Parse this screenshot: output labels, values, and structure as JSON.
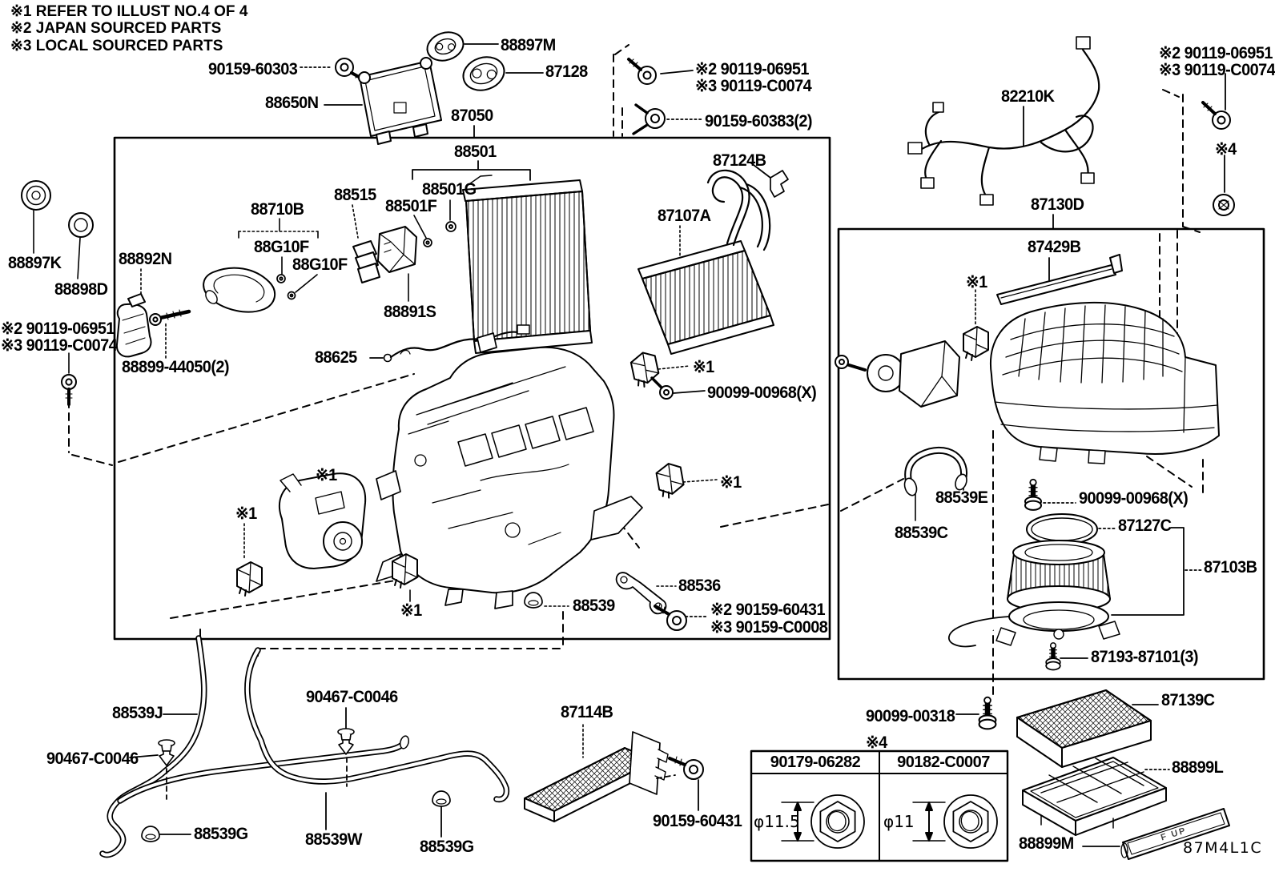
{
  "notes": [
    "※1 REFER TO ILLUST NO.4 OF 4",
    "※2 JAPAN SOURCED PARTS",
    "※3 LOCAL SOURCED PARTS"
  ],
  "diagram_code": "87M4L1C",
  "lid_marking": "F UP",
  "colors": {
    "line": "#000000",
    "background": "#ffffff"
  },
  "table": {
    "note": "※4",
    "columns": [
      {
        "part_no": "90179-06282",
        "diameter": "φ11.5"
      },
      {
        "part_no": "90182-C0007",
        "diameter": "φ11"
      }
    ]
  },
  "labels": [
    {
      "id": "90159-60303",
      "text": "90159-60303"
    },
    {
      "id": "88897M",
      "text": "88897M"
    },
    {
      "id": "87128",
      "text": "87128"
    },
    {
      "id": "88650N",
      "text": "88650N"
    },
    {
      "id": "87050",
      "text": "87050"
    },
    {
      "id": "88501",
      "text": "88501"
    },
    {
      "id": "88501G",
      "text": "88501G"
    },
    {
      "id": "88515",
      "text": "88515"
    },
    {
      "id": "88501F",
      "text": "88501F"
    },
    {
      "id": "88710B",
      "text": "88710B"
    },
    {
      "id": "88G10F-a",
      "text": "88G10F"
    },
    {
      "id": "88G10F-b",
      "text": "88G10F"
    },
    {
      "id": "88891S",
      "text": "88891S"
    },
    {
      "id": "88892N",
      "text": "88892N"
    },
    {
      "id": "88897K",
      "text": "88897K"
    },
    {
      "id": "88898D",
      "text": "88898D"
    },
    {
      "id": "ref2-90119-06951-left",
      "text": "※2 90119-06951"
    },
    {
      "id": "ref3-90119-C0074-left",
      "text": "※3 90119-C0074"
    },
    {
      "id": "88899-44050",
      "text": "88899-44050(2)"
    },
    {
      "id": "88625",
      "text": "88625"
    },
    {
      "id": "ref2-90119-06951-top",
      "text": "※2 90119-06951"
    },
    {
      "id": "ref3-90119-C0074-top",
      "text": "※3 90119-C0074"
    },
    {
      "id": "90159-60383",
      "text": "90159-60383(2)"
    },
    {
      "id": "87124B",
      "text": "87124B"
    },
    {
      "id": "87107A",
      "text": "87107A"
    },
    {
      "id": "82210K",
      "text": "82210K"
    },
    {
      "id": "87130D",
      "text": "87130D"
    },
    {
      "id": "ref2-90119-06951-right",
      "text": "※2 90119-06951"
    },
    {
      "id": "ref3-90119-C0074-right",
      "text": "※3 90119-C0074"
    },
    {
      "id": "ref4-screw",
      "text": "※4"
    },
    {
      "id": "87429B",
      "text": "87429B"
    },
    {
      "id": "ref1-box",
      "text": "※1"
    },
    {
      "id": "ref1-heater",
      "text": "※1"
    },
    {
      "id": "90099-00968-mid",
      "text": "90099-00968(X)"
    },
    {
      "id": "ref1-lower",
      "text": "※1"
    },
    {
      "id": "ref1-servo",
      "text": "※1"
    },
    {
      "id": "ref1-small-left",
      "text": "※1"
    },
    {
      "id": "ref1-center",
      "text": "※1"
    },
    {
      "id": "88536",
      "text": "88536"
    },
    {
      "id": "88539",
      "text": "88539"
    },
    {
      "id": "ref2-90159-60431",
      "text": "※2 90159-60431"
    },
    {
      "id": "ref3-90159-C0008",
      "text": "※3 90159-C0008"
    },
    {
      "id": "88539E",
      "text": "88539E"
    },
    {
      "id": "88539C",
      "text": "88539C"
    },
    {
      "id": "90099-00968-blower",
      "text": "90099-00968(X)"
    },
    {
      "id": "87127C",
      "text": "87127C"
    },
    {
      "id": "87103B",
      "text": "87103B"
    },
    {
      "id": "87193-87101",
      "text": "87193-87101(3)"
    },
    {
      "id": "90099-00318",
      "text": "90099-00318"
    },
    {
      "id": "87139C",
      "text": "87139C"
    },
    {
      "id": "88899L",
      "text": "88899L"
    },
    {
      "id": "88899M",
      "text": "88899M"
    },
    {
      "id": "87114B",
      "text": "87114B"
    },
    {
      "id": "90159-60431",
      "text": "90159-60431"
    },
    {
      "id": "88539J",
      "text": "88539J"
    },
    {
      "id": "90467-C0046-left",
      "text": "90467-C0046"
    },
    {
      "id": "90467-C0046-right",
      "text": "90467-C0046"
    },
    {
      "id": "88539G-left",
      "text": "88539G"
    },
    {
      "id": "88539W",
      "text": "88539W"
    },
    {
      "id": "88539G-right",
      "text": "88539G"
    }
  ]
}
